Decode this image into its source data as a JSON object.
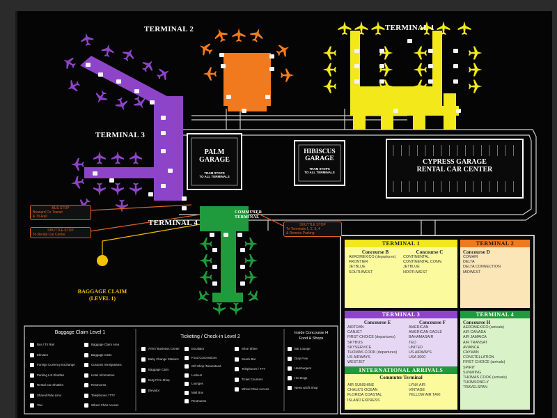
{
  "terminals": {
    "t1": "TERMINAL 1",
    "t2": "TERMINAL 2",
    "t3": "TERMINAL 3",
    "t4": "TERMINAL 4",
    "commuter": "COMMUTER TERMINAL"
  },
  "garages": {
    "palm": "PALM GARAGE",
    "hibiscus": "HIBISCUS GARAGE",
    "cypress_line1": "CYPRESS GARAGE",
    "cypress_line2": "RENTAL CAR CENTER",
    "tram_line1": "TRAM STOPS",
    "tram_line2": "TO ALL TERMINALS"
  },
  "callouts": {
    "bus_stop": [
      "BUS STOP",
      "Broward Co Transit",
      "& Tri-Rail"
    ],
    "shuttle_rental": [
      "SHUTTLE STOP",
      "To Rental Car Center"
    ],
    "shuttle_terminals": [
      "SHUTTLE STOP",
      "To Terminals 1, 2, 3, 4",
      "& Remote Parking"
    ]
  },
  "baggage": {
    "line1": "BAGGAGE CLAIM",
    "line2": "(LEVEL 1)"
  },
  "directory": {
    "terminal1": {
      "title": "TERMINAL 1",
      "concourse_b": {
        "title": "Concourse B",
        "airlines": [
          "AEROMEXICO (departures)",
          "FRONTIER",
          "JETBLUE",
          "SOUTHWEST"
        ]
      },
      "concourse_c": {
        "title": "Concourse C",
        "airlines": [
          "CONTINENTAL",
          "CONTINENTAL CONN.",
          "JETBLUE",
          "NORTHWEST"
        ]
      }
    },
    "terminal2": {
      "title": "TERMINAL 2",
      "concourse_d": {
        "title": "Concourse D",
        "airlines": [
          "COMAIR",
          "DELTA",
          "DELTA CONNECTION",
          "MIDWEST"
        ]
      }
    },
    "terminal3": {
      "title": "TERMINAL 3",
      "concourse_e": {
        "title": "Concourse E",
        "airlines": [
          "AIRTRAN",
          "CANJET",
          "FIRST CHOICE (departures)",
          "SKYBUS",
          "SKYSERVICE",
          "THOMAS COOK (departures)",
          "US AIRWAYS",
          "WESTJET"
        ]
      },
      "concourse_f": {
        "title": "Concourse F",
        "airlines": [
          "AMERICAN",
          "AMERICAN EAGLE",
          "BAHAMASAIR",
          "TED",
          "UNITED",
          "US AIRWAYS",
          "USA 3000"
        ]
      }
    },
    "terminal4": {
      "title": "TERMINAL 4",
      "concourse_h": {
        "title": "Concourse H",
        "airlines": [
          "AEROMEXICO (arrivals)",
          "AIR CANADA",
          "AIR JAMAICA",
          "AIR TRANSAT",
          "AVIANCA",
          "CAYMAN",
          "CONSTELLATION",
          "FIRST CHOICE (arrivals)",
          "SPIRIT",
          "SUNWING",
          "THOMAS COOK (arrivals)",
          "THOMSONFLY",
          "TRAVELSPAN"
        ]
      }
    },
    "international": {
      "title": "INTERNATIONAL ARRIVALS"
    },
    "commuter": {
      "title": "Commuter Terminal",
      "col1": [
        "AIR SUNSHINE",
        "CHALK'S OCEAN",
        "FLORIDA COASTAL",
        "ISLAND EXPRESS"
      ],
      "col2": [
        "LYNX AIR",
        "VINTAGE",
        "YELLOW AIR TAXI"
      ]
    }
  },
  "legend": {
    "baggage_title": "Baggage Claim Level 1",
    "baggage_col1": [
      "Bus / Tri Rail",
      "Elevator",
      "Foreign Currency Exchange",
      "Parking Lot Shuttles",
      "Rental Car Shuttles",
      "Shared Ride Limo",
      "Taxi"
    ],
    "baggage_col2": [
      "Baggage Claim Area",
      "Baggage Carts",
      "Customs Immigrations",
      "Hotel Information",
      "Restrooms",
      "Telephones / TTY",
      "Wheel Chair Access"
    ],
    "ticketing_title": "Ticketing / Check-in Level 2",
    "ticketing_col1": [
      "ATM / Business Center",
      "Baby Change Stations",
      "Baggage Carts",
      "Duty Free Shop",
      "Elevator"
    ],
    "ticketing_col2": [
      "Escalator",
      "Food Concessions",
      "Gift Shop /Newsstand",
      "Lockers",
      "Lounges",
      "Mail Box",
      "Restrooms"
    ],
    "ticketing_col3": [
      "Shoe Shine",
      "Snack Bar",
      "Telephones / TTY",
      "Ticket Counters",
      "Wheel Chair Access"
    ],
    "concourse_title_line1": "Inside Concourse H",
    "concourse_title_line2": "Food & Shops",
    "concourse_items": [
      "Bar Lounge",
      "Duty Free",
      "Hamburgers",
      "Hot Dogs",
      "News &Gift Shop"
    ]
  },
  "colors": {
    "terminal1": "#f2e81a",
    "terminal2": "#f27a1e",
    "terminal3": "#8e44c8",
    "terminal4": "#1f9a3c",
    "t1_panel": "#fbfb9e",
    "t2_panel": "#fbe6b8",
    "t3_panel": "#e6d8f4",
    "t4_panel": "#d9f2c8",
    "intl_panel": "#fbfb9e"
  }
}
